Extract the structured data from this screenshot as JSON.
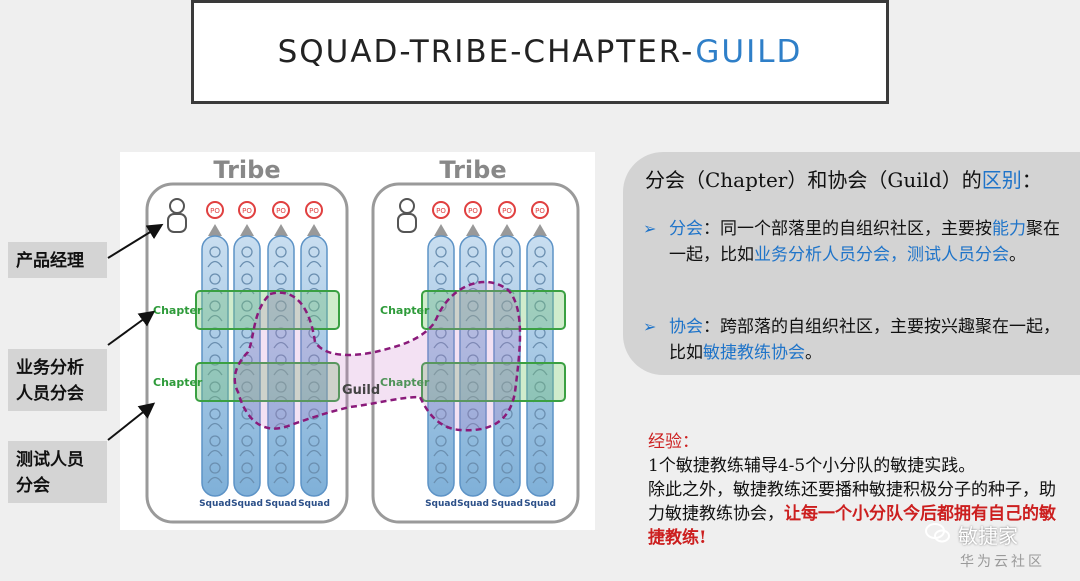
{
  "title": {
    "main": "SQUAD-TRIBE-CHAPTER-",
    "accent": "GUILD"
  },
  "side_labels": {
    "product_manager": "产品经理",
    "ba_line1": "业务分析",
    "ba_line2": "人员分会",
    "qa_line1": "测试人员",
    "qa_line2": "分会"
  },
  "diagram": {
    "tribe_left": "Tribe",
    "tribe_right": "Tribe",
    "po": "PO",
    "chapter_top_left": "Chapter",
    "chapter_bottom_left": "Chapter",
    "chapter_top_right": "Chapter",
    "chapter_bottom_right": "Chapter",
    "guild": "Guild",
    "squad": "Squad"
  },
  "panel": {
    "head_pre": "分会（Chapter）和协会（Guild）的",
    "head_accent": "区别",
    "head_post": "：",
    "b1_key": "分会",
    "b1_t1": "：同一个部落里的自组织社区，主要按",
    "b1_key2": "能力",
    "b1_t2": "聚在一起，比如",
    "b1_key3": "业务分析人员分会，测试人员分会",
    "b1_t3": "。",
    "b2_key": "协会",
    "b2_t1": "：跨部落的自组织社区，主要按兴趣聚在一起，比如",
    "b2_key2": "敏捷教练协会",
    "b2_t2": "。"
  },
  "experience": {
    "title": "经验：",
    "line1": "1个敏捷教练辅导4-5个小分队的敏捷实践。",
    "line2": "除此之外，敏捷教练还要播种敏捷积极分子的种子，助力敏捷教练协会，",
    "red": "让每一个小分队今后都拥有自己的敏捷教练!"
  },
  "watermark": {
    "brand": "敏捷家",
    "site": "华为云社区"
  },
  "colors": {
    "accent_blue": "#2f7fc8",
    "red": "#cc1f1f",
    "chapter_green": "#2e9b3a",
    "guild_purple": "#8a1a7a"
  }
}
